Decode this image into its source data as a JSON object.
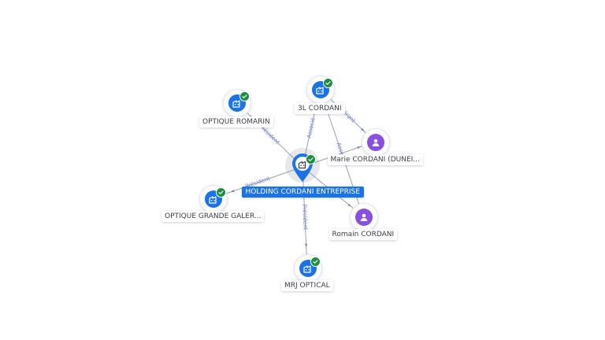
{
  "graph": {
    "center": {
      "name": "HOLDING CORDANI ENTREPRISE",
      "type": "company",
      "verified": true
    },
    "nodes": [
      {
        "id": "optique-romarin",
        "name": "OPTIQUE ROMARIN",
        "type": "company",
        "verified": true
      },
      {
        "id": "3l-cordani",
        "name": "3L CORDANI",
        "type": "company",
        "verified": true
      },
      {
        "id": "marie-cordani",
        "name": "Marie CORDANI (DUNEI...",
        "type": "person",
        "verified": false
      },
      {
        "id": "optique-grande-galer",
        "name": "OPTIQUE GRANDE GALER...",
        "type": "company",
        "verified": true
      },
      {
        "id": "romain-cordani",
        "name": "Romain CORDANI",
        "type": "person",
        "verified": false
      },
      {
        "id": "mrj-optical",
        "name": "MRJ OPTICAL",
        "type": "company",
        "verified": true
      }
    ],
    "edges": [
      {
        "from": "center",
        "to": "optique-romarin",
        "label": "Président"
      },
      {
        "from": "center",
        "to": "3l-cordani",
        "label": "Associé"
      },
      {
        "from": "center",
        "to": "optique-grande-galer",
        "label": "Président"
      },
      {
        "from": "center",
        "to": "mrj-optical",
        "label": "Président"
      },
      {
        "from": "center",
        "to": "marie-cordani",
        "label": ""
      },
      {
        "from": "center",
        "to": "romain-cordani",
        "label": ""
      },
      {
        "from": "3l-cordani",
        "to": "marie-cordani",
        "label": "Gérant"
      },
      {
        "from": "3l-cordani",
        "to": "romain-cordani",
        "label": "Associé"
      }
    ]
  },
  "colors": {
    "company": "#1a73e8",
    "person": "#8a4fe0",
    "verified": "#1e8e3e",
    "edge": "#9aa4b2",
    "edge_label": "#6b7fd7"
  }
}
